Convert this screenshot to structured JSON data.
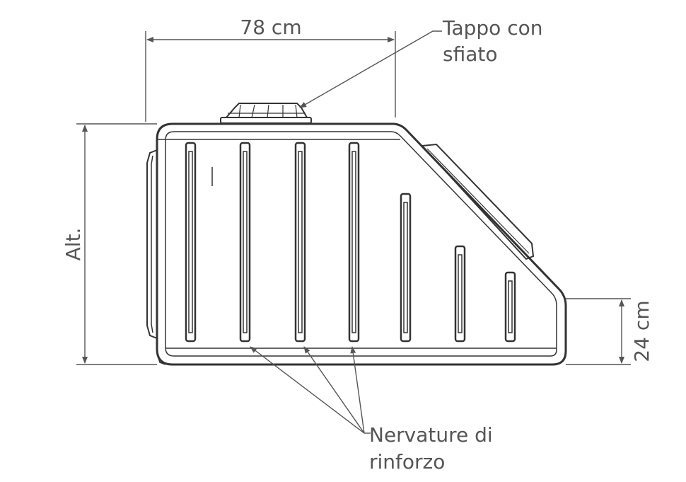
{
  "dimensions": {
    "width_label": "78 cm",
    "height_label": "Alt.",
    "front_height_label": "24 cm"
  },
  "callouts": {
    "cap_line1": "Tappo con",
    "cap_line2": "sfiato",
    "ribs_line1": "Nervature di",
    "ribs_line2": "rinforzo"
  },
  "colors": {
    "line": "#333333",
    "annotation": "#555555",
    "background": "#ffffff"
  }
}
